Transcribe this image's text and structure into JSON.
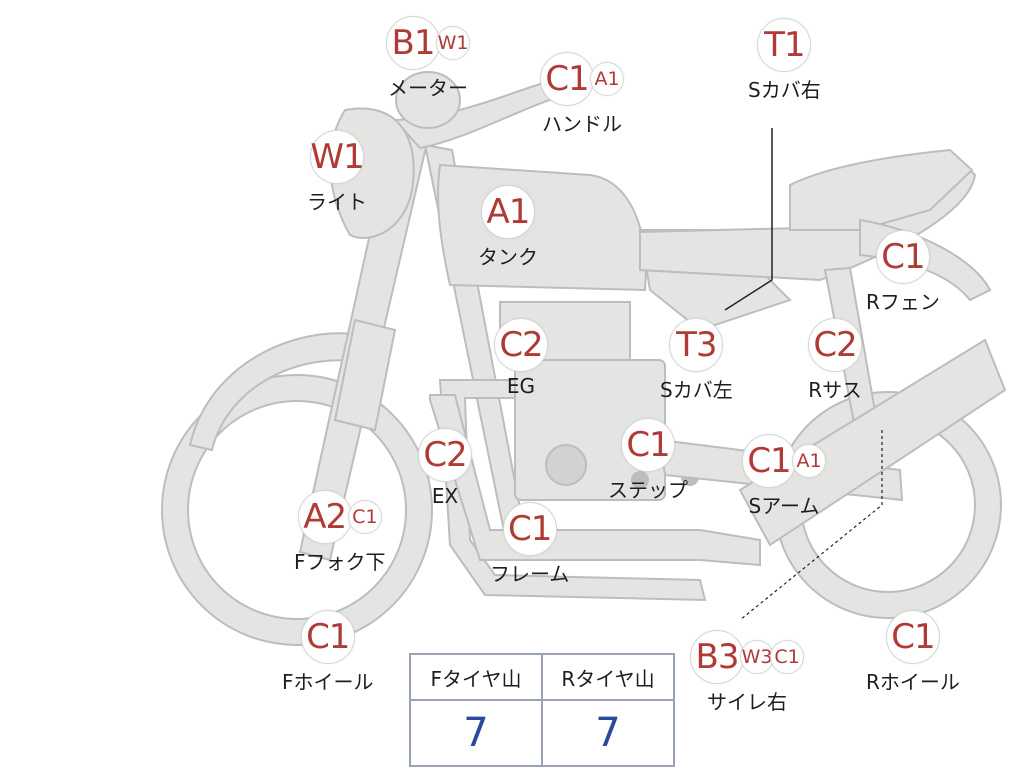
{
  "callouts": {
    "meter": {
      "badge": "B1",
      "subs": [
        "W1"
      ],
      "label": "メーター"
    },
    "handle": {
      "badge": "C1",
      "subs": [
        "A1"
      ],
      "label": "ハンドル"
    },
    "scover_right": {
      "badge": "T1",
      "subs": [],
      "label": "Sカバ右"
    },
    "light": {
      "badge": "W1",
      "subs": [],
      "label": "ライト"
    },
    "tank": {
      "badge": "A1",
      "subs": [],
      "label": "タンク"
    },
    "rfender": {
      "badge": "C1",
      "subs": [],
      "label": "Rフェン"
    },
    "eg": {
      "badge": "C2",
      "subs": [],
      "label": "EG"
    },
    "scover_left": {
      "badge": "T3",
      "subs": [],
      "label": "Sカバ左"
    },
    "rsus": {
      "badge": "C2",
      "subs": [],
      "label": "Rサス"
    },
    "ex": {
      "badge": "C2",
      "subs": [],
      "label": "EX"
    },
    "step": {
      "badge": "C1",
      "subs": [],
      "label": "ステップ"
    },
    "sarm": {
      "badge": "C1",
      "subs": [
        "A1"
      ],
      "label": "Sアーム"
    },
    "ffork": {
      "badge": "A2",
      "subs": [
        "C1"
      ],
      "label": "Fフォク下"
    },
    "frame": {
      "badge": "C1",
      "subs": [],
      "label": "フレーム"
    },
    "fwheel": {
      "badge": "C1",
      "subs": [],
      "label": "Fホイール"
    },
    "silencer": {
      "badge": "B3",
      "subs": [
        "W3",
        "C1"
      ],
      "label": "サイレ右"
    },
    "rwheel": {
      "badge": "C1",
      "subs": [],
      "label": "Rホイール"
    }
  },
  "tire_table": {
    "headers": [
      "Fタイヤ山",
      "Rタイヤ山"
    ],
    "values": [
      "7",
      "7"
    ]
  }
}
